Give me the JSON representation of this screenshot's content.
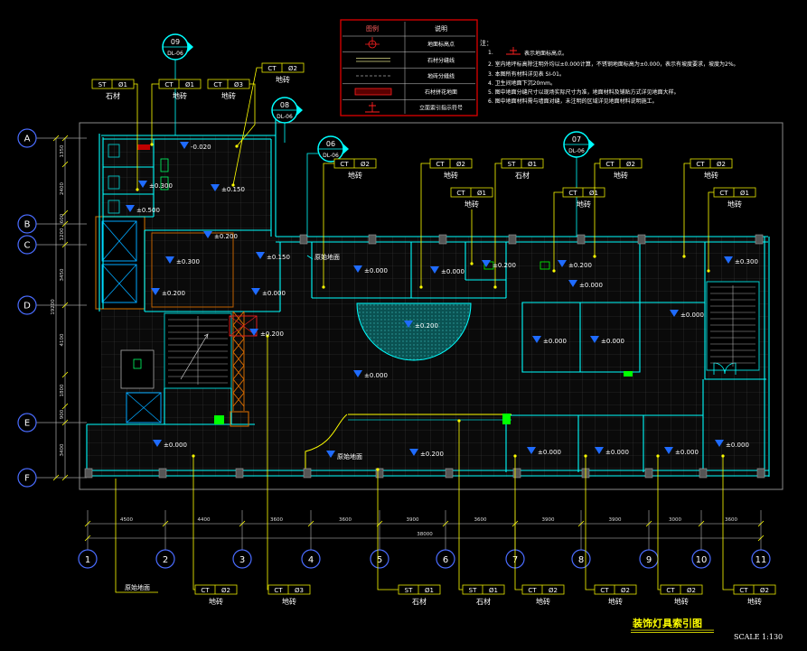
{
  "drawing": {
    "title": "装饰灯具索引图",
    "scale": "SCALE 1:130"
  },
  "legend": {
    "header": [
      "图例",
      "说明"
    ],
    "rows": [
      "地面标高点",
      "石材分缝线",
      "地砖分缝线",
      "石材拼花地面",
      "立面索引指示符号"
    ]
  },
  "notes": {
    "heading": "注：",
    "item1_num": "1.",
    "item1_text": "表示地面标高点。",
    "items": [
      "2. 室内地坪标高除注明外均以±0.000计算，不锈钢地面标高为±0.000，表示有坡度要求，坡度为2%。",
      "3. 本图所有材料详见表 SI-01。",
      "4. 卫生间地面下沉20mm。",
      "5. 图中地面分缝尺寸以现场实际尺寸为准，地面材料及铺贴方式详见地面大样。",
      "6. 图中地面材料需与墙面对缝，未注明的区域详见地面材料说明施工。"
    ]
  },
  "grid_rows": [
    "A",
    "B",
    "C",
    "D",
    "E",
    "F"
  ],
  "grid_cols": [
    "1",
    "2",
    "3",
    "4",
    "5",
    "6",
    "7",
    "8",
    "9",
    "10",
    "11"
  ],
  "dims_h": [
    "4500",
    "4400",
    "3600",
    "3600",
    "3900",
    "3600",
    "3900",
    "3900",
    "3000",
    "3600"
  ],
  "dim_h_total": "38000",
  "dims_v": [
    "1350",
    "2400",
    "600",
    "1200",
    "3450",
    "4100",
    "1800",
    "900",
    "3400"
  ],
  "dim_v_total": "19200",
  "sections": [
    {
      "num": "09",
      "sheet": "DL-06"
    },
    {
      "num": "08",
      "sheet": "DL-06"
    },
    {
      "num": "06",
      "sheet": "DL-06"
    },
    {
      "num": "07",
      "sheet": "DL-06"
    }
  ],
  "tags_top": [
    {
      "code": "ST",
      "num": "Ø1",
      "material": "石材"
    },
    {
      "code": "CT",
      "num": "Ø1",
      "material": "地砖"
    },
    {
      "code": "CT",
      "num": "Ø3",
      "material": "地砖"
    },
    {
      "code": "CT",
      "num": "Ø2",
      "material": "地砖"
    },
    {
      "code": "CT",
      "num": "Ø2",
      "material": "地砖"
    },
    {
      "code": "CT",
      "num": "Ø2",
      "material": "地砖"
    },
    {
      "code": "ST",
      "num": "Ø1",
      "material": "石材"
    },
    {
      "code": "CT",
      "num": "Ø1",
      "material": "地砖"
    },
    {
      "code": "CT",
      "num": "Ø1",
      "material": "地砖"
    },
    {
      "code": "CT",
      "num": "Ø2",
      "material": "地砖"
    },
    {
      "code": "CT",
      "num": "Ø2",
      "material": "地砖"
    },
    {
      "code": "CT",
      "num": "Ø1",
      "material": "地砖"
    }
  ],
  "tags_bottom": [
    {
      "code": "CT",
      "num": "Ø2",
      "material": "地砖"
    },
    {
      "code": "CT",
      "num": "Ø3",
      "material": "地砖"
    },
    {
      "code": "ST",
      "num": "Ø1",
      "material": "石材"
    },
    {
      "code": "ST",
      "num": "Ø1",
      "material": "石材"
    },
    {
      "code": "CT",
      "num": "Ø2",
      "material": "地砖"
    },
    {
      "code": "CT",
      "num": "Ø2",
      "material": "地砖"
    },
    {
      "code": "CT",
      "num": "Ø2",
      "material": "地砖"
    },
    {
      "code": "CT",
      "num": "Ø2",
      "material": "地砖"
    }
  ],
  "levels": [
    "-0.020",
    "±0.300",
    "±0.150",
    "±0.500",
    "±0.200",
    "±0.300",
    "±0.150",
    "±0.200",
    "±0.000",
    "±0.200",
    "±0.000",
    "±0.000",
    "±0.200",
    "±0.200",
    "±0.300",
    "±0.000",
    "±0.000",
    "±0.200",
    "±0.000",
    "±0.000",
    "±0.000",
    "±0.000",
    "±0.200",
    "±0.000",
    "±0.000",
    "±0.000",
    "±0.000"
  ],
  "original_floor_label": "原始地面",
  "colors": {
    "background": "#000000",
    "wall": "#00ffff",
    "leader": "#ffff00",
    "level_marker": "#1f6bff",
    "legend_border": "#dd0000",
    "title": "#ffff00"
  }
}
